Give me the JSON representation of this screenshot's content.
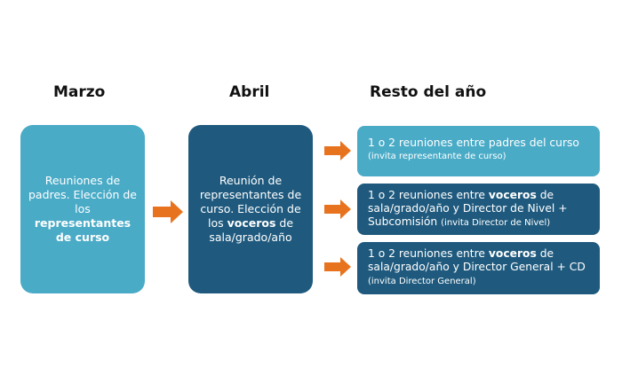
{
  "headers": {
    "col1": "Marzo",
    "col2": "Abril",
    "col3": "Resto del año"
  },
  "colors": {
    "light": "#4aabc7",
    "dark": "#1f5a7e",
    "arrow": "#e8731e"
  },
  "box1": {
    "t1": "Reuniones de padres. Elección de los ",
    "b1": "representantes de curso"
  },
  "box2": {
    "t1": "Reunión de representantes de curso. Elección de los ",
    "b1": "voceros",
    "t2": " de sala/grado/año"
  },
  "boxA": {
    "t1": "1 o 2 reuniones entre padres del curso",
    "s1": "(invita representante de curso)"
  },
  "boxB": {
    "t1": "1 o 2 reuniones entre ",
    "b1": "voceros",
    "t2": " de sala/grado/año y Director de Nivel + Subcomisión ",
    "s1": "(invita Director de Nivel)"
  },
  "boxC": {
    "t1": "1 o 2 reuniones entre ",
    "b1": "voceros",
    "t2": " de sala/grado/año y Director General + CD ",
    "s1": "(invita Director General)"
  }
}
